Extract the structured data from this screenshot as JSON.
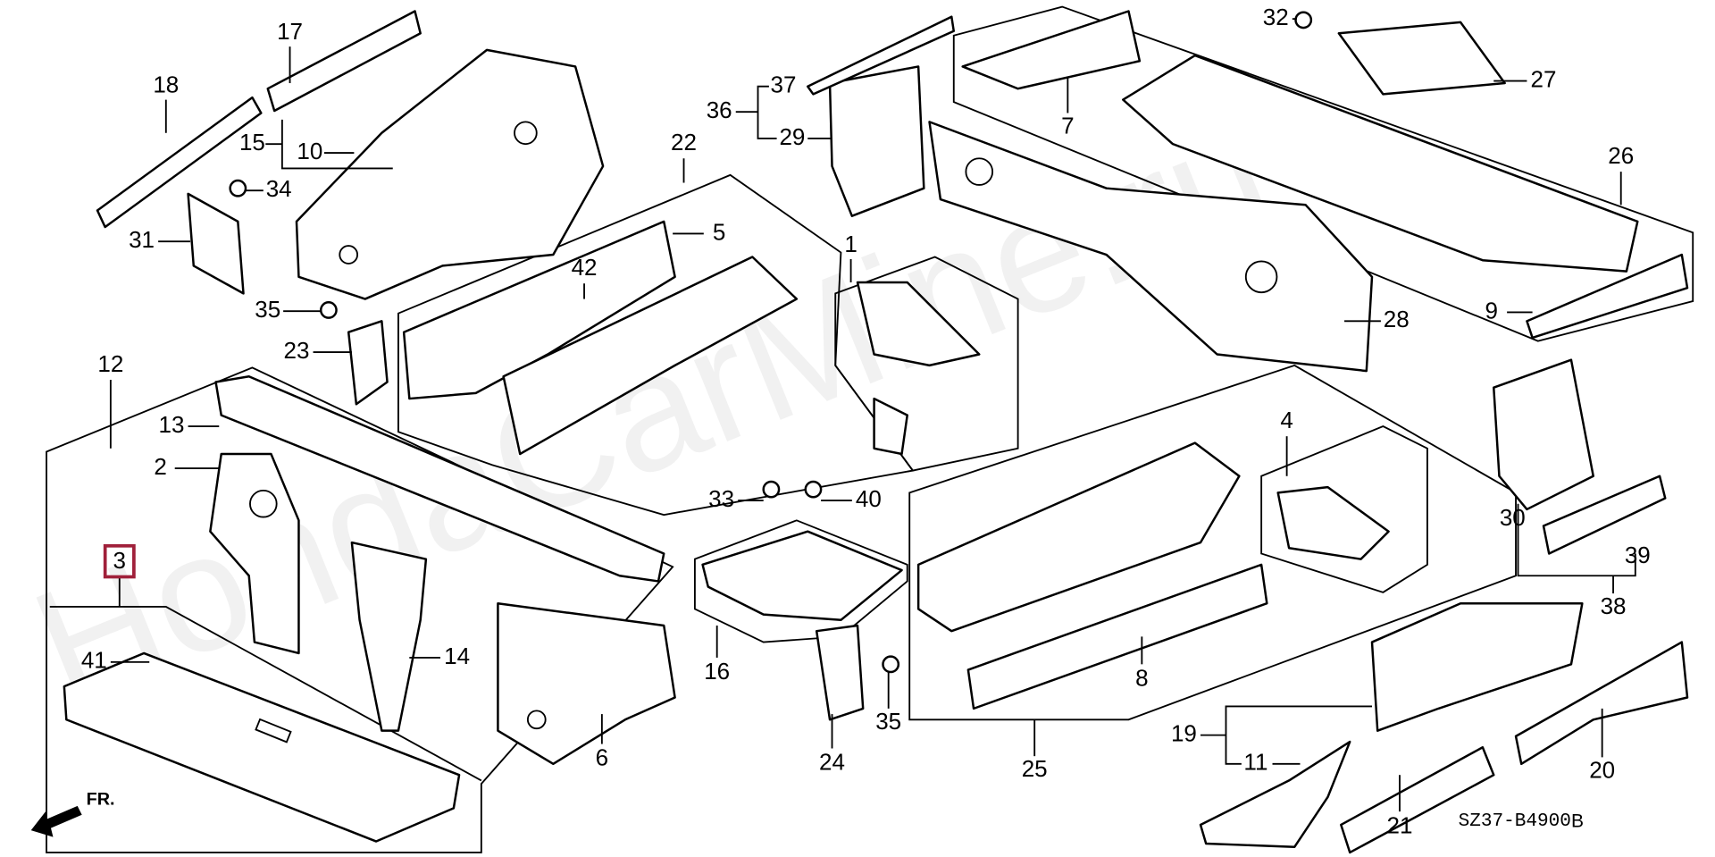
{
  "diagram": {
    "watermark": "HondaCarMine.ru",
    "front_arrow_label": "FR.",
    "diagram_code": "SZ37-B4900",
    "diagram_suffix": "B",
    "highlight_color": "#a0203a",
    "highlighted_callout": "3",
    "callouts": [
      "17",
      "18",
      "15",
      "10",
      "34",
      "31",
      "35",
      "23",
      "12",
      "13",
      "2",
      "3",
      "41",
      "14",
      "6",
      "22",
      "5",
      "42",
      "1",
      "33",
      "40",
      "16",
      "24",
      "35",
      "37",
      "36",
      "29",
      "32",
      "27",
      "7",
      "26",
      "9",
      "28",
      "4",
      "30",
      "39",
      "38",
      "25",
      "8",
      "19",
      "11",
      "20",
      "21"
    ]
  }
}
